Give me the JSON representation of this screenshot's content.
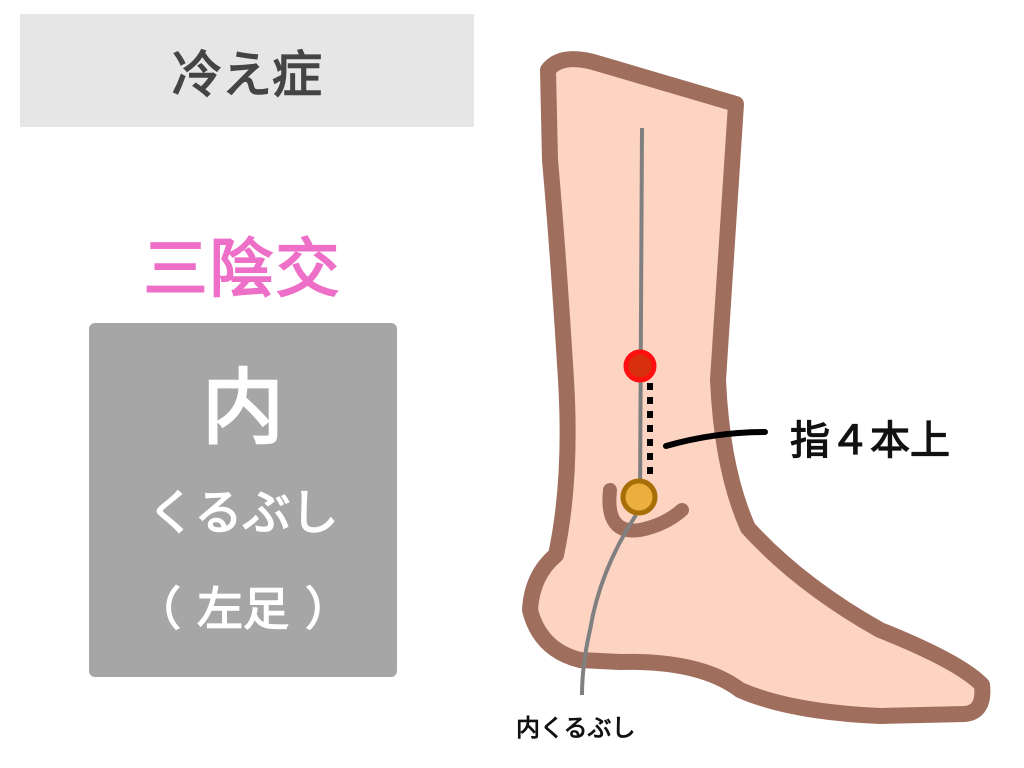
{
  "header": {
    "title": "冷え症"
  },
  "point": {
    "name": "三陰交"
  },
  "info_box": {
    "line1": "内",
    "line2": "くるぶし",
    "line3": "（ 左足 ）"
  },
  "diagram": {
    "callout": "指４本上",
    "ankle_label": "内くるぶし",
    "colors": {
      "skin": "#fdd3c2",
      "outline": "#a06e5c",
      "point": "#d8300c",
      "point_ring": "#ff1010",
      "ankle": "#ecae3c",
      "ankle_ring": "#a86e08"
    }
  }
}
